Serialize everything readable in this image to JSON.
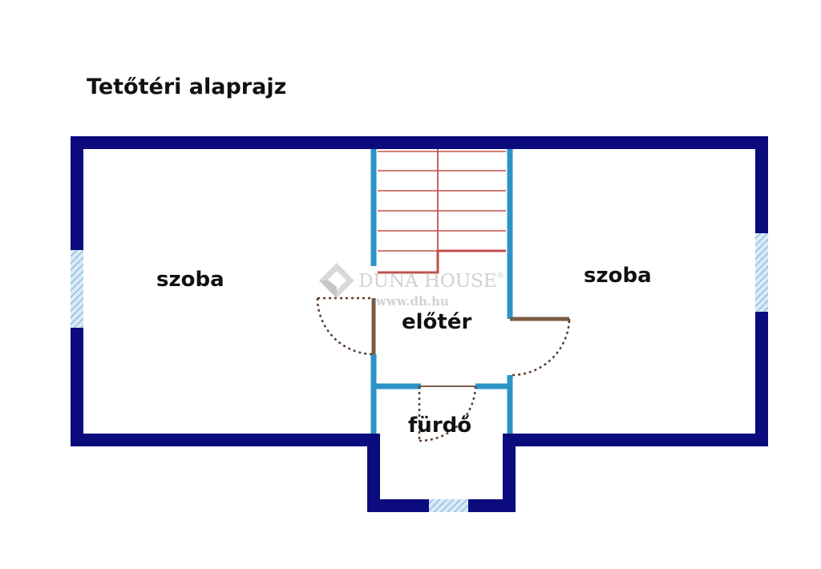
{
  "title": "Tetőtéri alaprajz",
  "rooms": {
    "left_room": "szoba",
    "right_room": "szoba",
    "hall": "előtér",
    "bathroom": "fürdő"
  },
  "watermark": {
    "brand": "DUNA HOUSE",
    "registered": "®",
    "url": "www.dh.hu"
  },
  "colors": {
    "outer_wall": "#0b0b7e",
    "inner_wall": "#2b93c6",
    "stairs": "#c0504d",
    "door_swing": "#5a3e2b",
    "window": "#a9cfe8",
    "label": "#111111",
    "watermark": "#c9c9c9"
  }
}
